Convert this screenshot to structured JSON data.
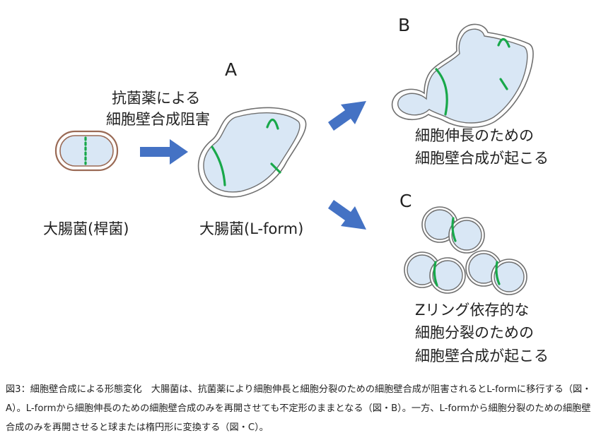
{
  "labels": {
    "treatment_line1": "抗菌薬による",
    "treatment_line2": "細胞壁合成阻害",
    "rod_label": "大腸菌(桿菌)",
    "lform_label": "大腸菌(L-form)",
    "letter_a": "A",
    "letter_b": "B",
    "letter_c": "C",
    "b_line1": "細胞伸長のための",
    "b_line2": "細胞壁合成が起こる",
    "c_line1": "Zリング依存的な",
    "c_line2": "細胞分裂のための",
    "c_line3": "細胞壁合成が起こる"
  },
  "caption": "図3：細胞壁合成による形態変化　大腸菌は、抗菌薬により細胞伸長と細胞分裂のための細胞壁合成が阻害されるとL-formに移行する（図・A）。L-formから細胞伸長のための細胞壁合成のみを再開させても不定形のままとなる（図・B）。一方、L-formから細胞分裂のための細胞壁合成のみを再開させると球または楕円形に変換する（図・C）。",
  "colors": {
    "arrow": "#4472c4",
    "cell_fill": "#d9e7f5",
    "cell_wall_synthesis": "#18a84a",
    "brown_outline": "#9a6a55"
  }
}
